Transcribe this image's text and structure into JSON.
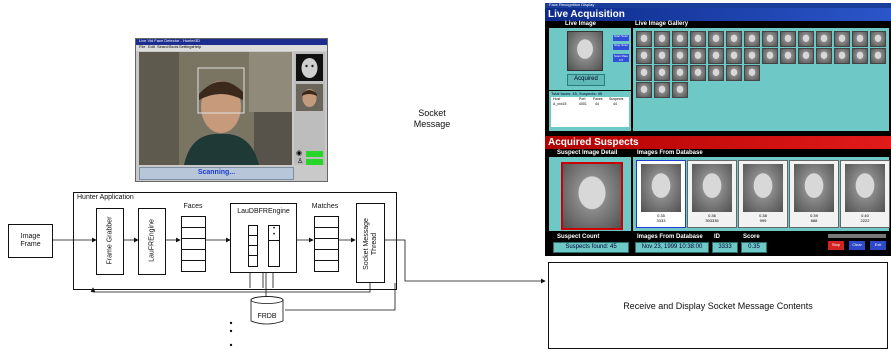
{
  "hunter_app": {
    "window_title": "Live Vid Face Detector - Hunter3D",
    "menu": [
      "File",
      "Edit",
      "Search",
      "Tools",
      "Settings",
      "Help"
    ],
    "status": "Scanning..."
  },
  "socket_label": {
    "line1": "Socket",
    "line2": "Message"
  },
  "diagram": {
    "image_frame": {
      "line1": "Image",
      "line2": "Frame"
    },
    "hunter_title": "Hunter Application",
    "frame_grabber": "Frame Grabber",
    "lau_engine": "LauFREngine",
    "faces": "Faces",
    "dbfr_engine": "LauDBFREngine",
    "matches": "Matches",
    "socket_thread": {
      "line1": "Socket Message",
      "line2": "Thread"
    },
    "frdb": "FRDB",
    "receive_box": "Receive and Display Socket Message Contents"
  },
  "live_acquisition": {
    "window_title": "Face Recognition Display",
    "title": "Live Acquisition",
    "live_image": "Live Image",
    "gallery": "Live Image Gallery",
    "acquired_status": "Acquired",
    "buttons": [
      "Start Scan",
      "Stop Scan",
      "Scan Rate 0.5"
    ],
    "table_header": "Total faces: 45, Suspects: 45",
    "table_cols": [
      "Host",
      "Port",
      "Faces",
      "Suspects"
    ],
    "table_row": [
      "A_xxx15",
      "4001",
      "44",
      "44"
    ],
    "acquired_title": "Acquired Suspects",
    "suspect_detail": "Suspect Image Detail",
    "images_from_db": "Images From Database",
    "db_captions": [
      "0.35\n3333",
      "0.36\n393335",
      "0.38\n999",
      "0.39\n888",
      "0.40\n2222"
    ],
    "bottom_labels": {
      "suspect_count": "Suspect Count",
      "images_from_db": "Images From Database",
      "id": "ID",
      "score": "Score"
    },
    "bottom_values": {
      "suspects_found": "Suspects found: 45",
      "date": "Nov 23, 1999  10:38:00",
      "id": "3333",
      "score": "0.35"
    },
    "bottom_buttons": [
      "Stop",
      "Clear",
      "Exit"
    ]
  }
}
